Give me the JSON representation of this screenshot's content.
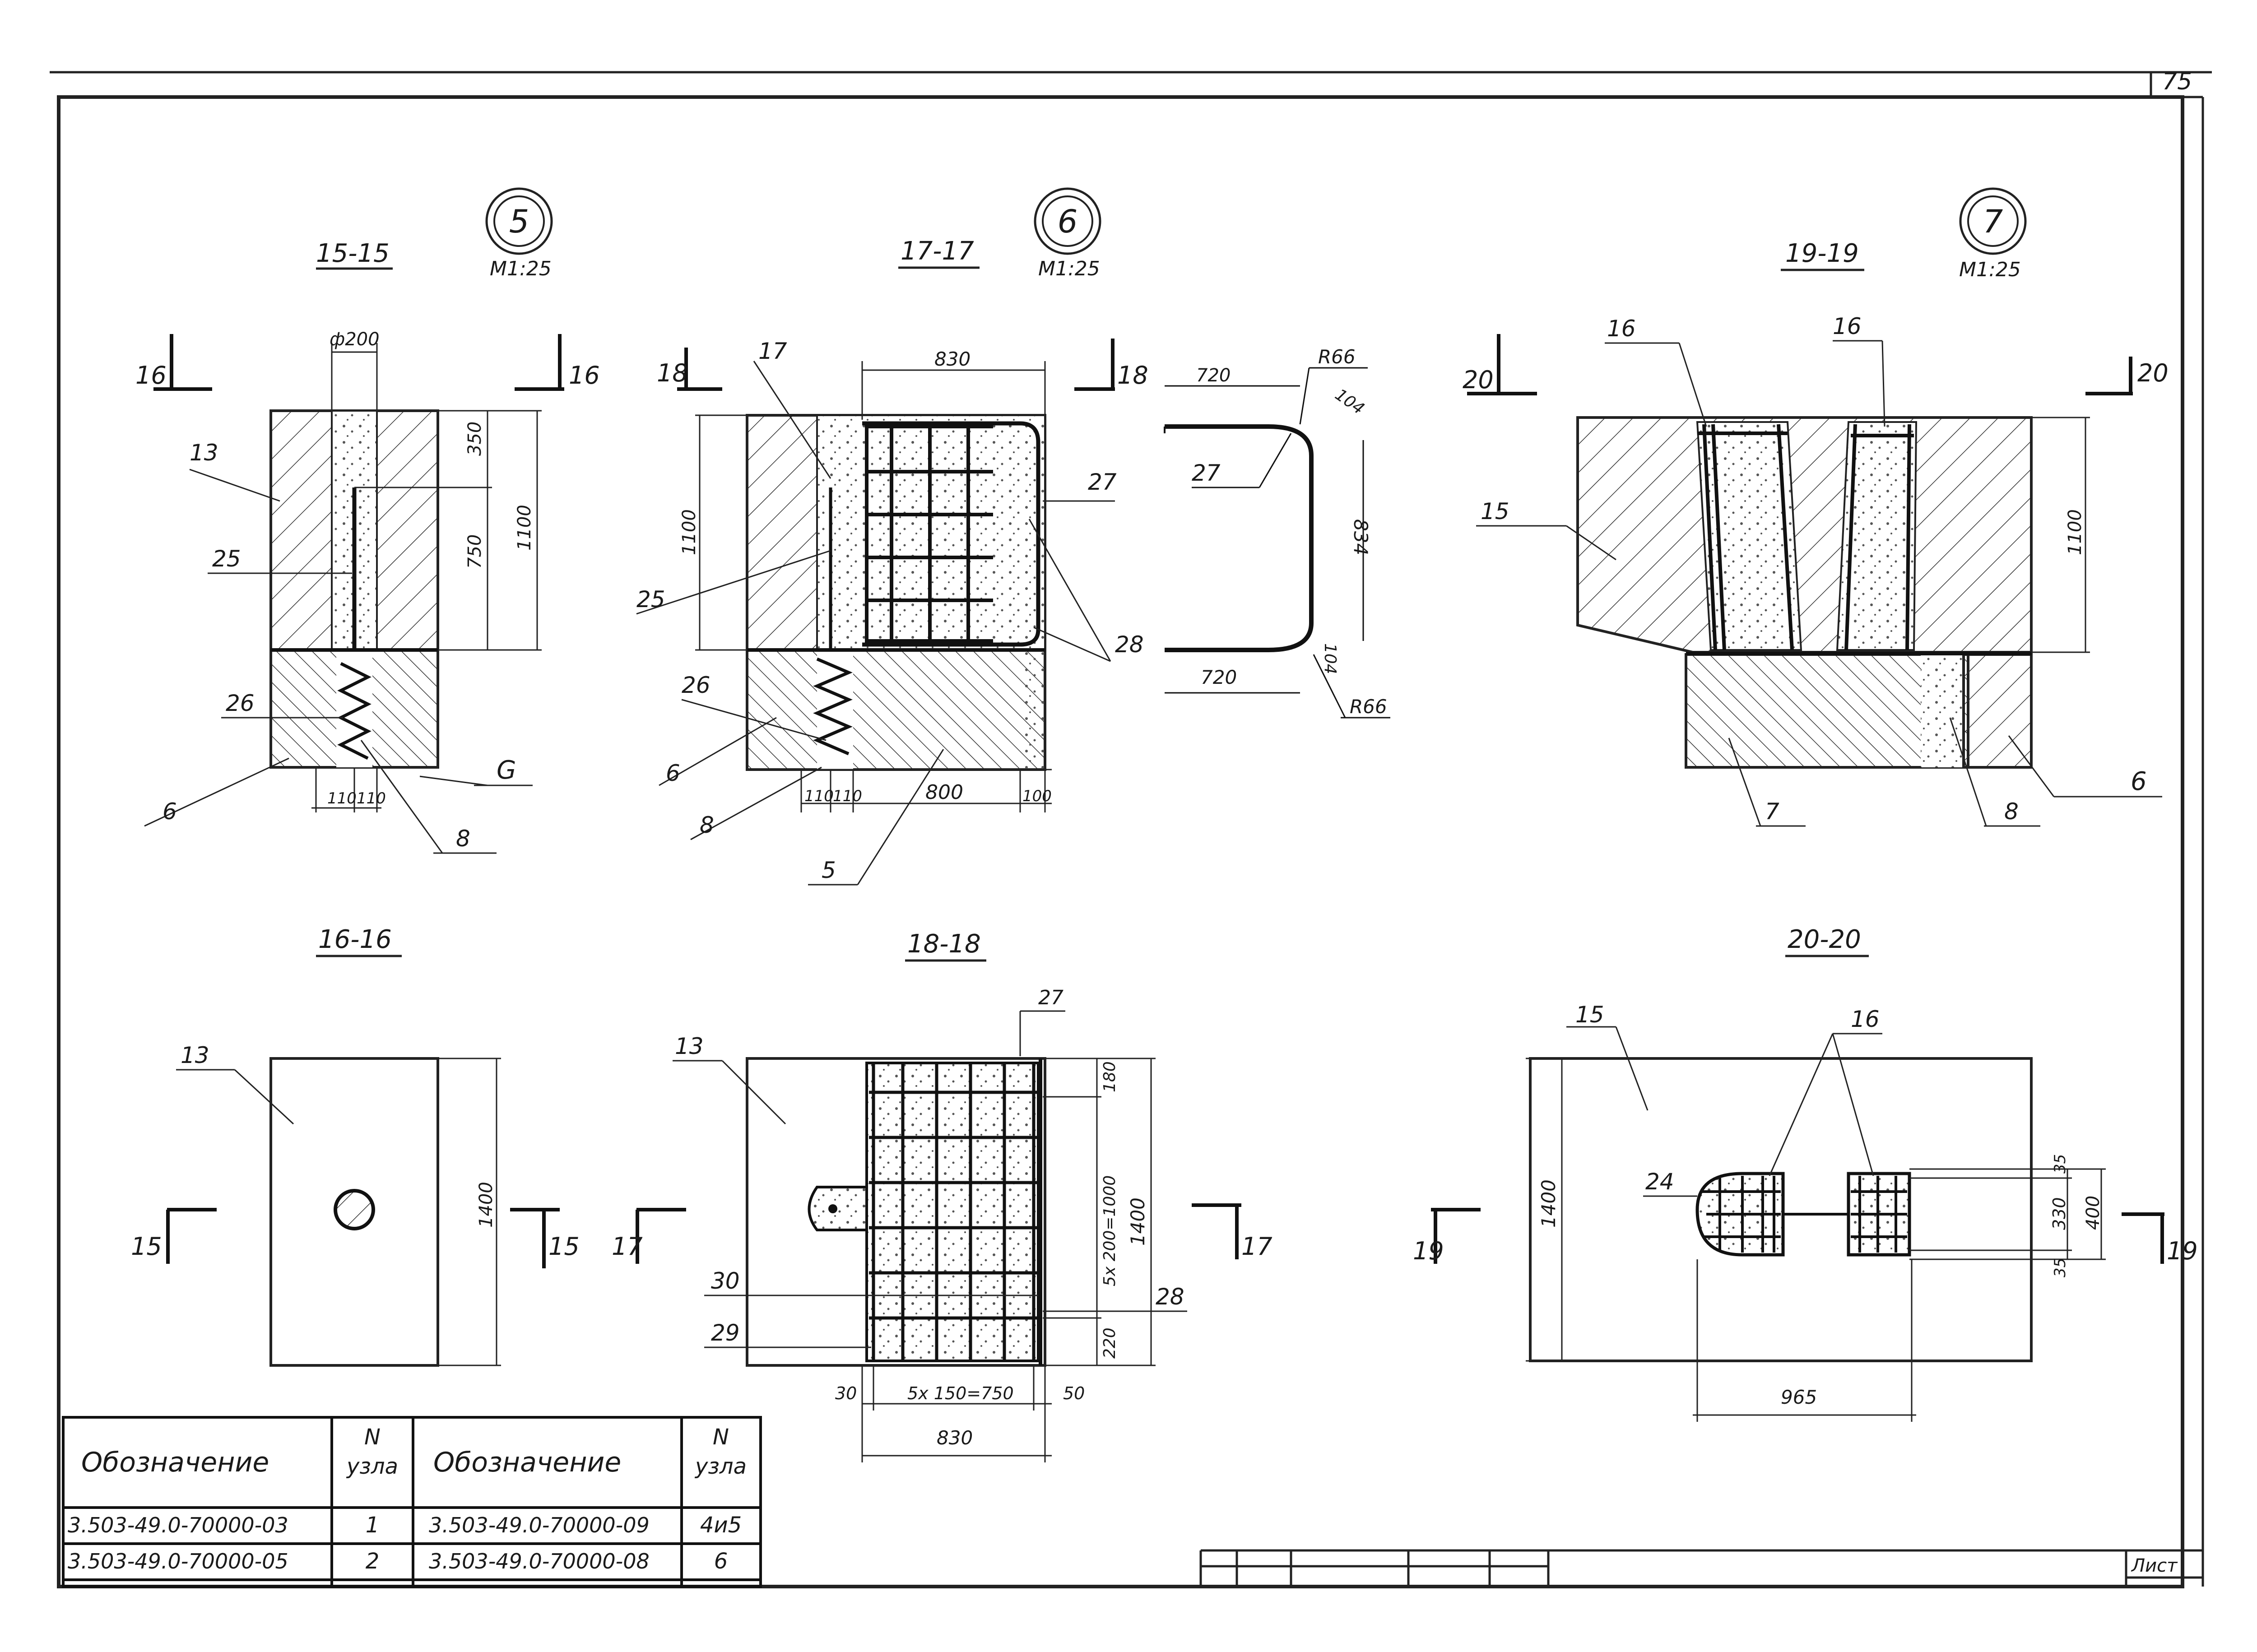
{
  "sheet": {
    "number": "75",
    "list_label": "Лист"
  },
  "nodes": [
    {
      "circle": "5",
      "scale": "М1:25",
      "sec": "15-15",
      "plan": "16-16"
    },
    {
      "circle": "6",
      "scale": "М1:25",
      "sec": "17-17",
      "plan": "18-18"
    },
    {
      "circle": "7",
      "scale": "М1:25",
      "sec": "19-19",
      "plan": "20-20"
    }
  ],
  "marks": {
    "n15": "15",
    "n16": "16",
    "n17": "17",
    "n18": "18",
    "n19": "19",
    "n20": "20"
  },
  "dims": {
    "d200": "ф200",
    "d350": "350",
    "d750": "750",
    "d1100": "1100",
    "d110": "110",
    "d830": "830",
    "d800": "800",
    "d100": "100",
    "d720": "720",
    "dr66": "R66",
    "d104": "104",
    "d834": "834",
    "d1400": "1400",
    "d180": "180",
    "d5x200": "5х 200=1000",
    "d220": "220",
    "d30": "30",
    "d5x150": "5х 150=750",
    "d50": "50",
    "d35": "35",
    "d330": "330",
    "d400": "400",
    "d965": "965"
  },
  "pos": {
    "p5": "5",
    "p6": "6",
    "p7": "7",
    "p8": "8",
    "p13": "13",
    "p15": "15",
    "p16": "16",
    "p17": "17",
    "p24": "24",
    "p25": "25",
    "p26": "26",
    "p27": "27",
    "p28": "28",
    "p29": "29",
    "p30": "30",
    "pG": "G"
  },
  "table": {
    "h_designation": "Обозначение",
    "h_node_1": "N",
    "h_node_2": "узла",
    "rows": [
      {
        "d1": "3.503-49.0-70000-03",
        "n1": "1",
        "d2": "3.503-49.0-70000-09",
        "n2": "4и5"
      },
      {
        "d1": "3.503-49.0-70000-05",
        "n1": "2",
        "d2": "3.503-49.0-70000-08",
        "n2": "6"
      }
    ]
  }
}
